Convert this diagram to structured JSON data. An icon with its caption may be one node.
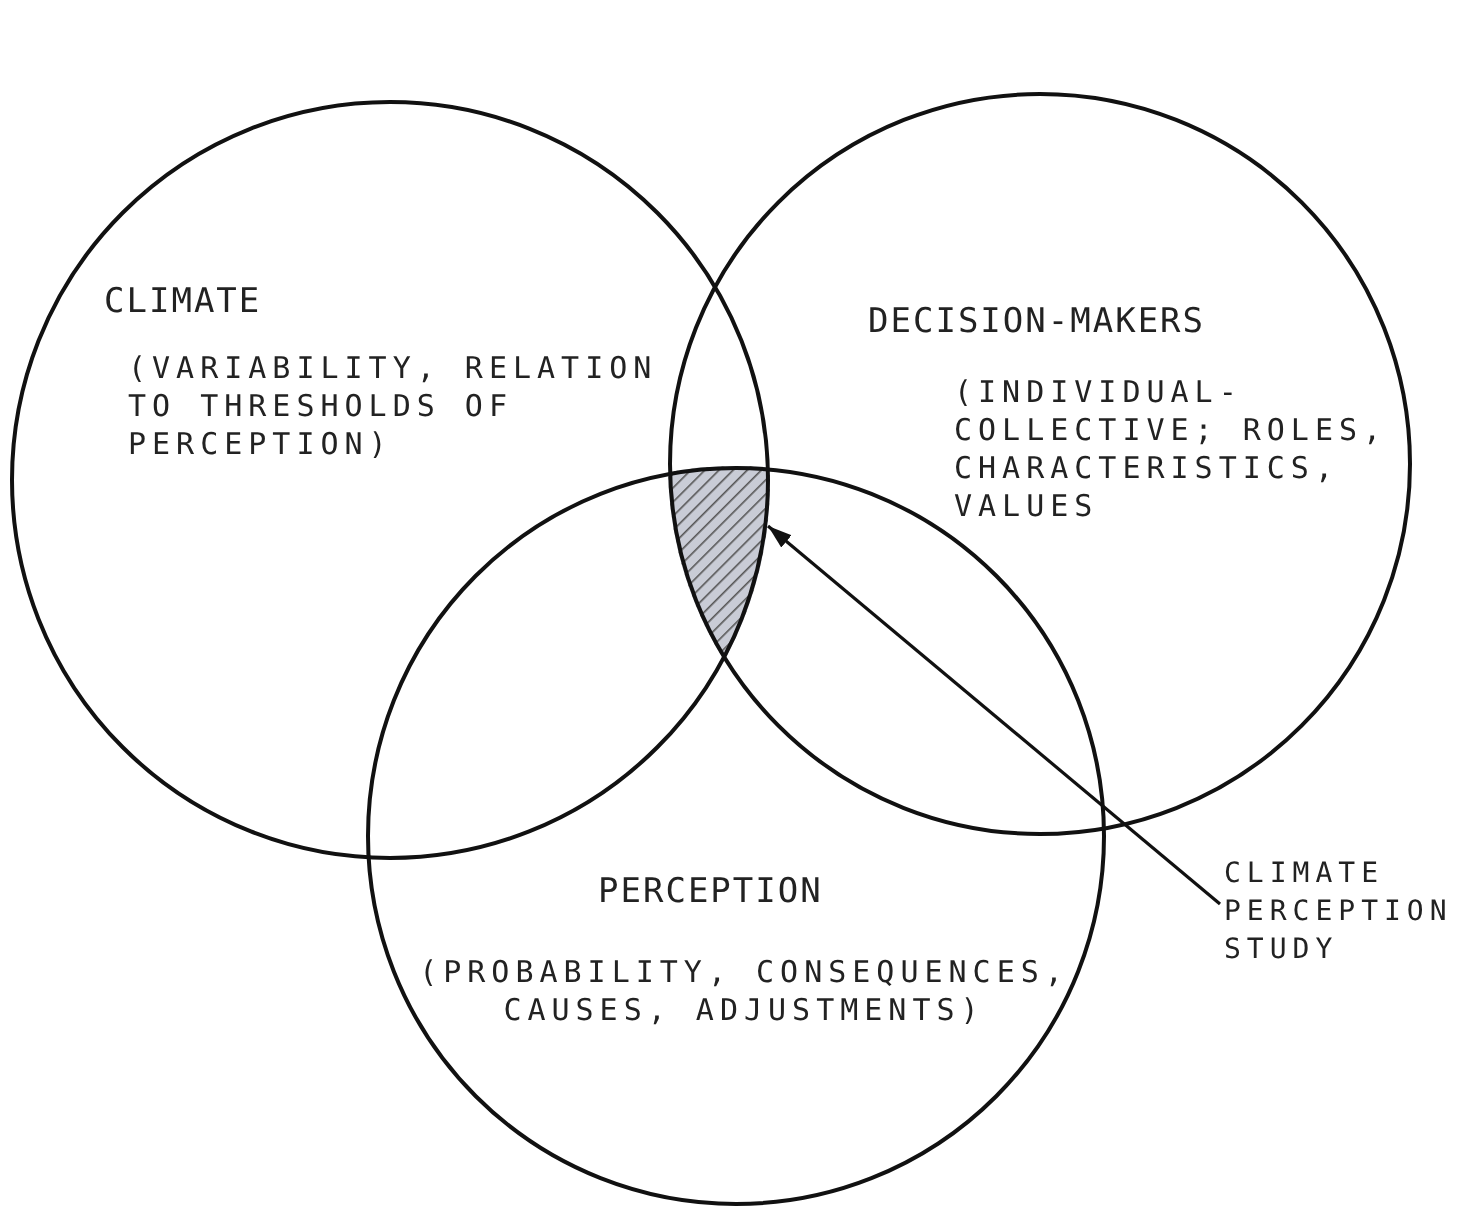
{
  "diagram": {
    "nodes": [
      {
        "text": [
          "CLIMATE",
          "(VARIABILITY, RELATION TO THRESHOLDS OF PERCEPTION)"
        ]
      },
      {
        "text": [
          "DECISION-MAKERS",
          "(INDIVIDUAL- COLLECTIVE; ROLES, CHARACTERISTICS, VALUES"
        ]
      },
      {
        "text": [
          "PERCEPTION",
          "(PROBABILITY, CONSEQUENCES, CAUSES, ADJUSTMENTS)"
        ]
      },
      {
        "text": [],
        "shape": "lens"
      },
      {
        "text": [
          "CLIMATE PERCEPTION STUDY"
        ]
      }
    ],
    "edges": [
      {
        "from": 4,
        "to": 3,
        "arrow": "to"
      }
    ]
  }
}
